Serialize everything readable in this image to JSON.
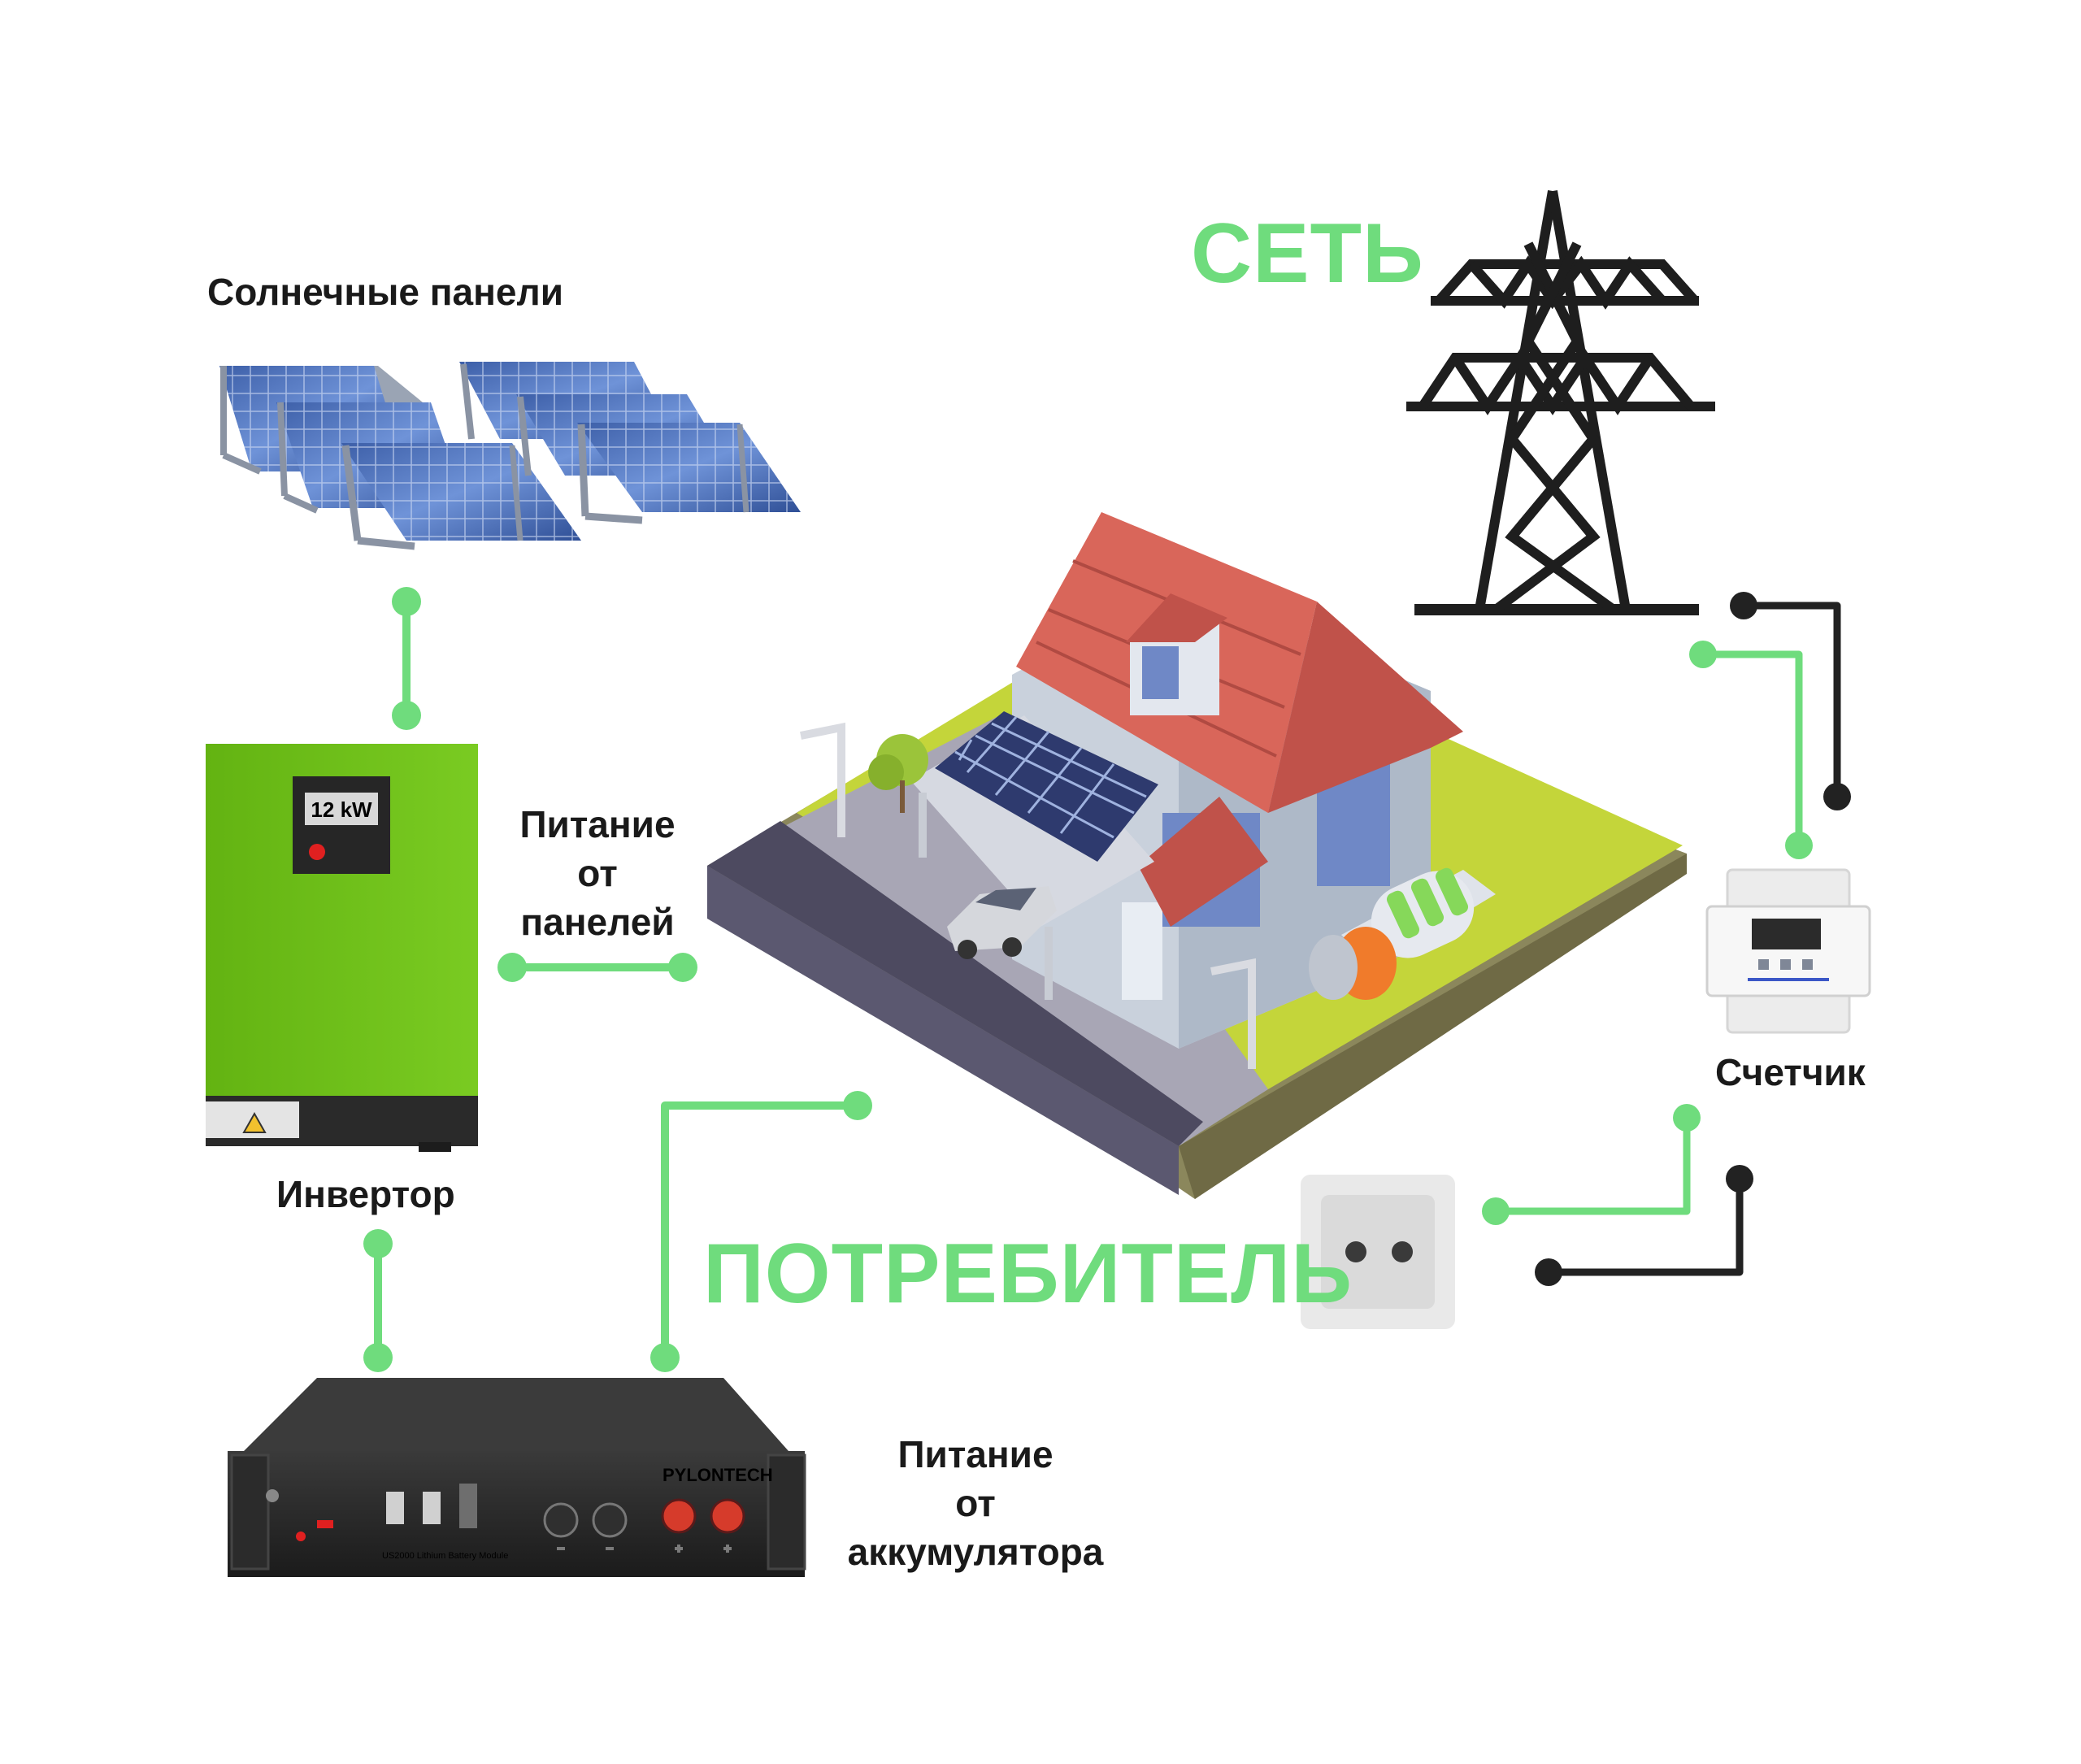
{
  "labels": {
    "solar_panels": "Солнечные панели",
    "grid": "СЕТЬ",
    "panel_power": "Питание\nот\nпанелей",
    "inverter": "Инвертор",
    "meter": "Счетчик",
    "consumer": "ПОТРЕБИТЕЛЬ",
    "battery_power": "Питание\nот\nаккумулятора"
  },
  "devices": {
    "inverter_display": "12 kW",
    "battery_brand": "PYLONTECH",
    "battery_model": "US2000 Lithium Battery Module"
  },
  "colors": {
    "connector_green": "#6fdc7d",
    "connector_dark": "#222222",
    "inverter_green": "#6fbf1a",
    "roof_red": "#d9665a",
    "lawn": "#c4d53a"
  },
  "icons": [
    "solar-panels-icon",
    "power-tower-icon",
    "house-icon",
    "inverter-icon",
    "battery-icon",
    "meter-icon",
    "socket-icon"
  ]
}
